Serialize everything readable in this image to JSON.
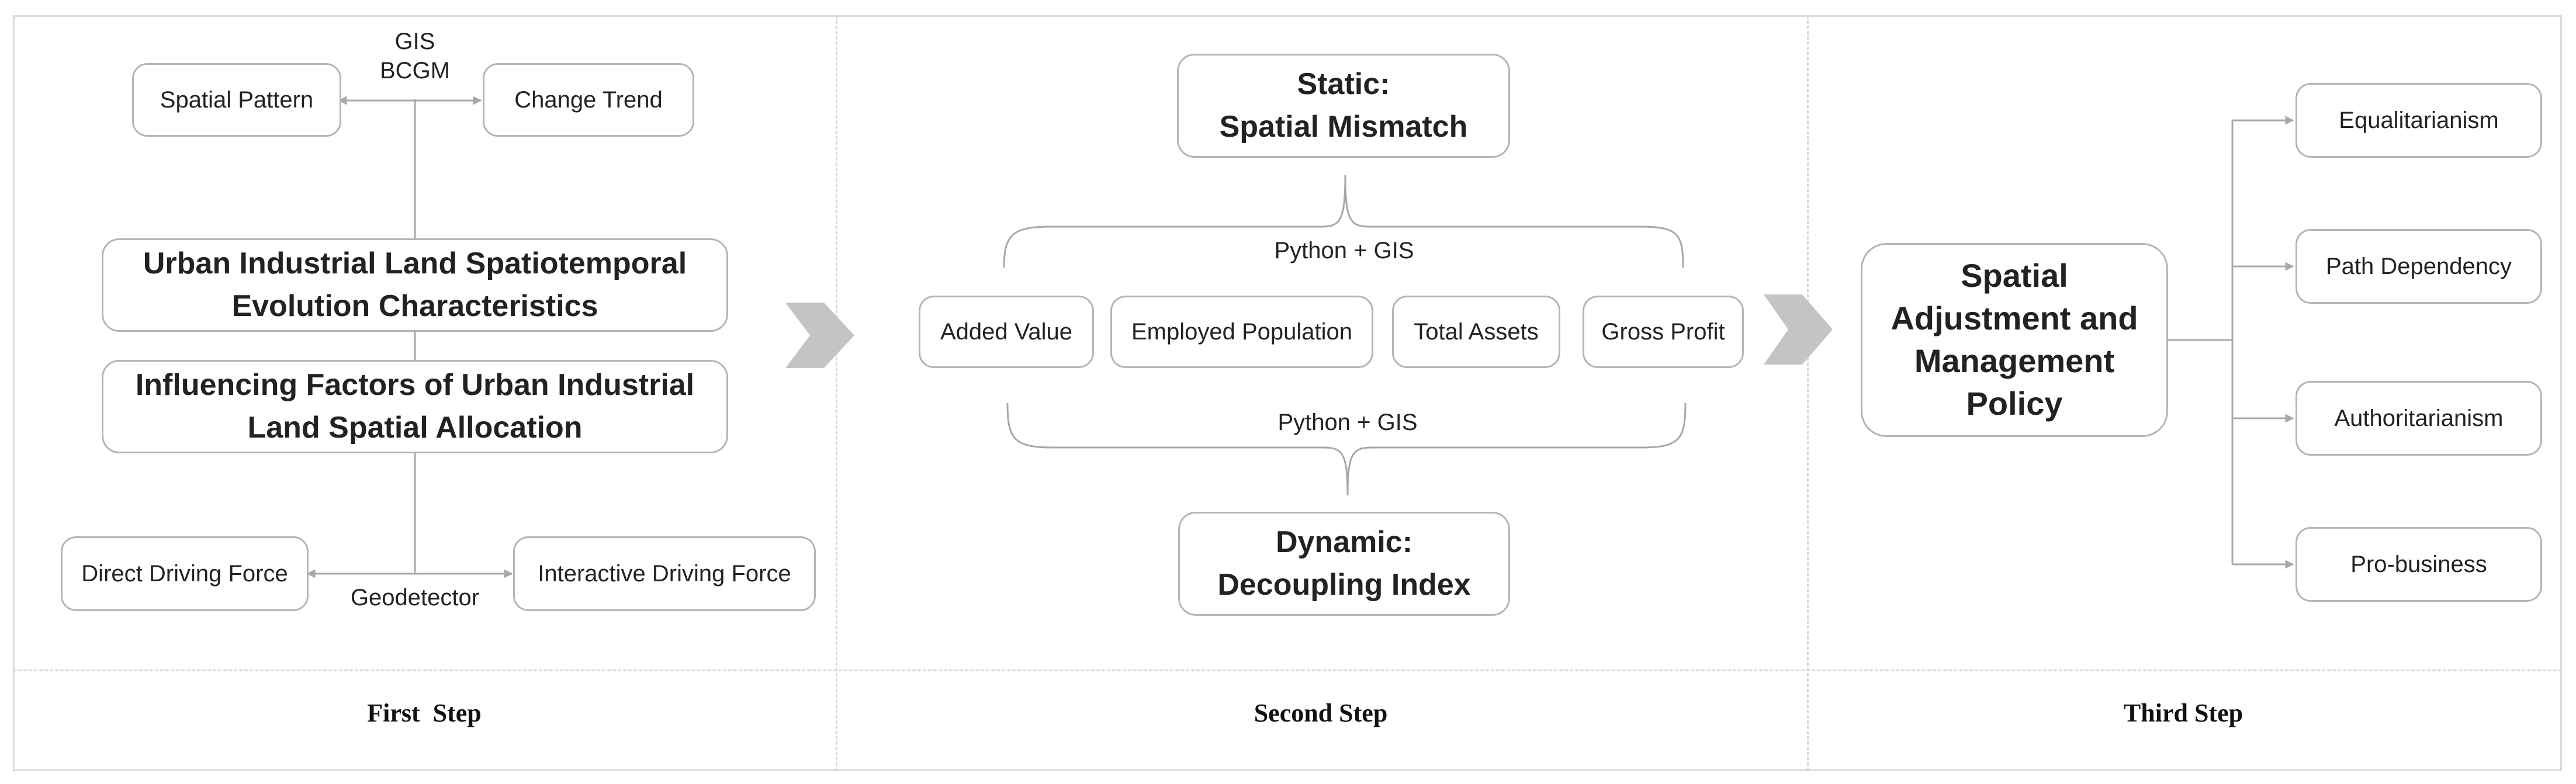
{
  "step1": {
    "tools_line1": "GIS",
    "tools_line2": "BCGM",
    "spatial_pattern": "Spatial Pattern",
    "change_trend": "Change Trend",
    "evolution_line1": "Urban Industrial Land Spatiotemporal",
    "evolution_line2": "Evolution Characteristics",
    "factors_line1": "Influencing Factors of Urban Industrial",
    "factors_line2": "Land Spatial Allocation",
    "direct_force": "Direct Driving Force",
    "interactive_force": "Interactive Driving Force",
    "geodetector": "Geodetector"
  },
  "step2": {
    "static_line1": "Static:",
    "static_line2": "Spatial Mismatch",
    "method_top": "Python + GIS",
    "method_bottom": "Python + GIS",
    "indicators": [
      "Added Value",
      "Employed Population",
      "Total Assets",
      "Gross Profit"
    ],
    "dynamic_line1": "Dynamic:",
    "dynamic_line2": "Decoupling Index"
  },
  "step3": {
    "policy_line1": "Spatial",
    "policy_line2": "Adjustment and",
    "policy_line3": "Management",
    "policy_line4": "Policy",
    "options": [
      "Equalitarianism",
      "Path Dependency",
      "Authoritarianism",
      "Pro-business"
    ]
  },
  "steps": {
    "first": "First  Step",
    "second": "Second Step",
    "third": "Third Step"
  },
  "colors": {
    "border": "#b5b5b5",
    "connector": "#a8a8a8",
    "arrow": "#c4c4c4",
    "divider": "#d8d8d8"
  }
}
